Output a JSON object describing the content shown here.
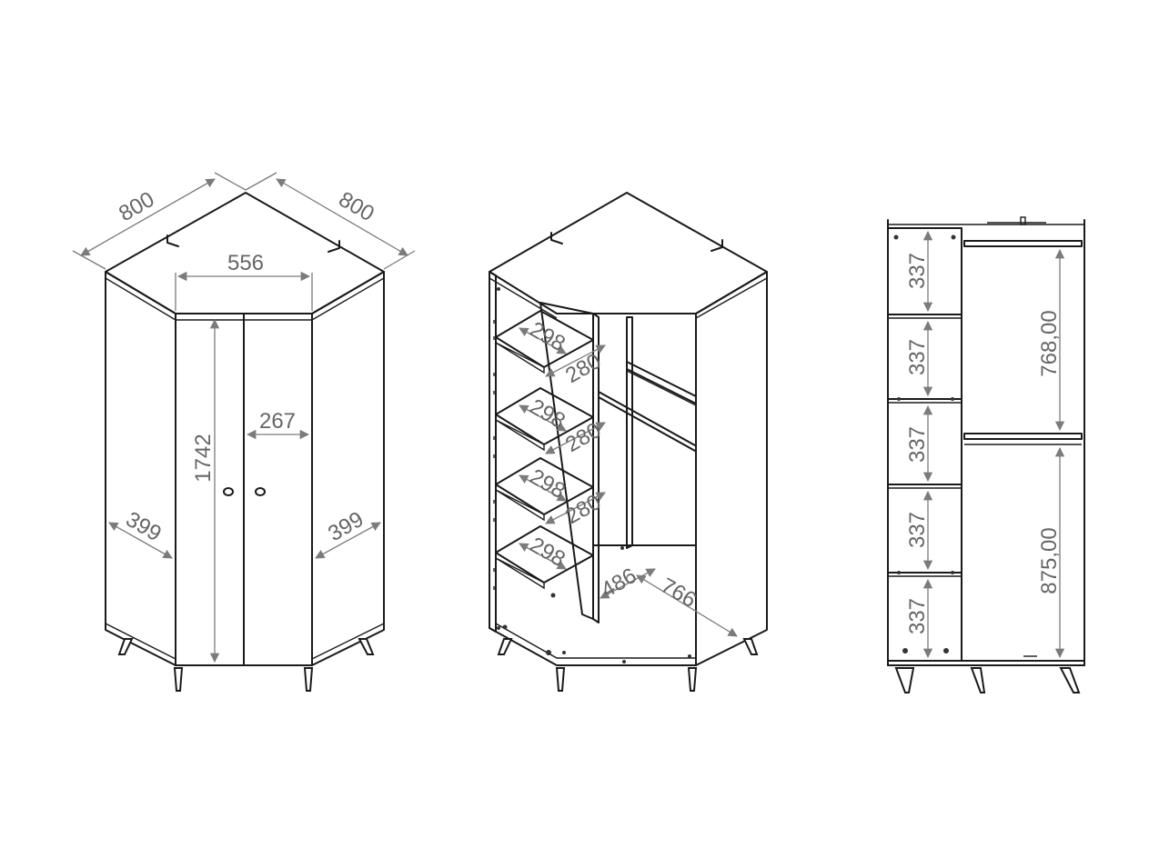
{
  "view_1": {
    "width_left": "800",
    "width_right": "800",
    "front_width": "556",
    "height": "1742",
    "door_width": "267",
    "side_left": "399",
    "side_right": "399"
  },
  "view_2": {
    "shelf_1": "298",
    "shelf_2": "298",
    "shelf_3": "298",
    "shelf_4": "298",
    "depth_1": "280",
    "depth_2": "280",
    "depth_3": "280",
    "inner_short": "486",
    "inner_long": "766"
  },
  "view_3": {
    "compartment_1": "337",
    "compartment_2": "337",
    "compartment_3": "337",
    "compartment_4": "337",
    "compartment_5": "337",
    "upper_hanging": "768,00",
    "lower_hanging": "875,00"
  }
}
